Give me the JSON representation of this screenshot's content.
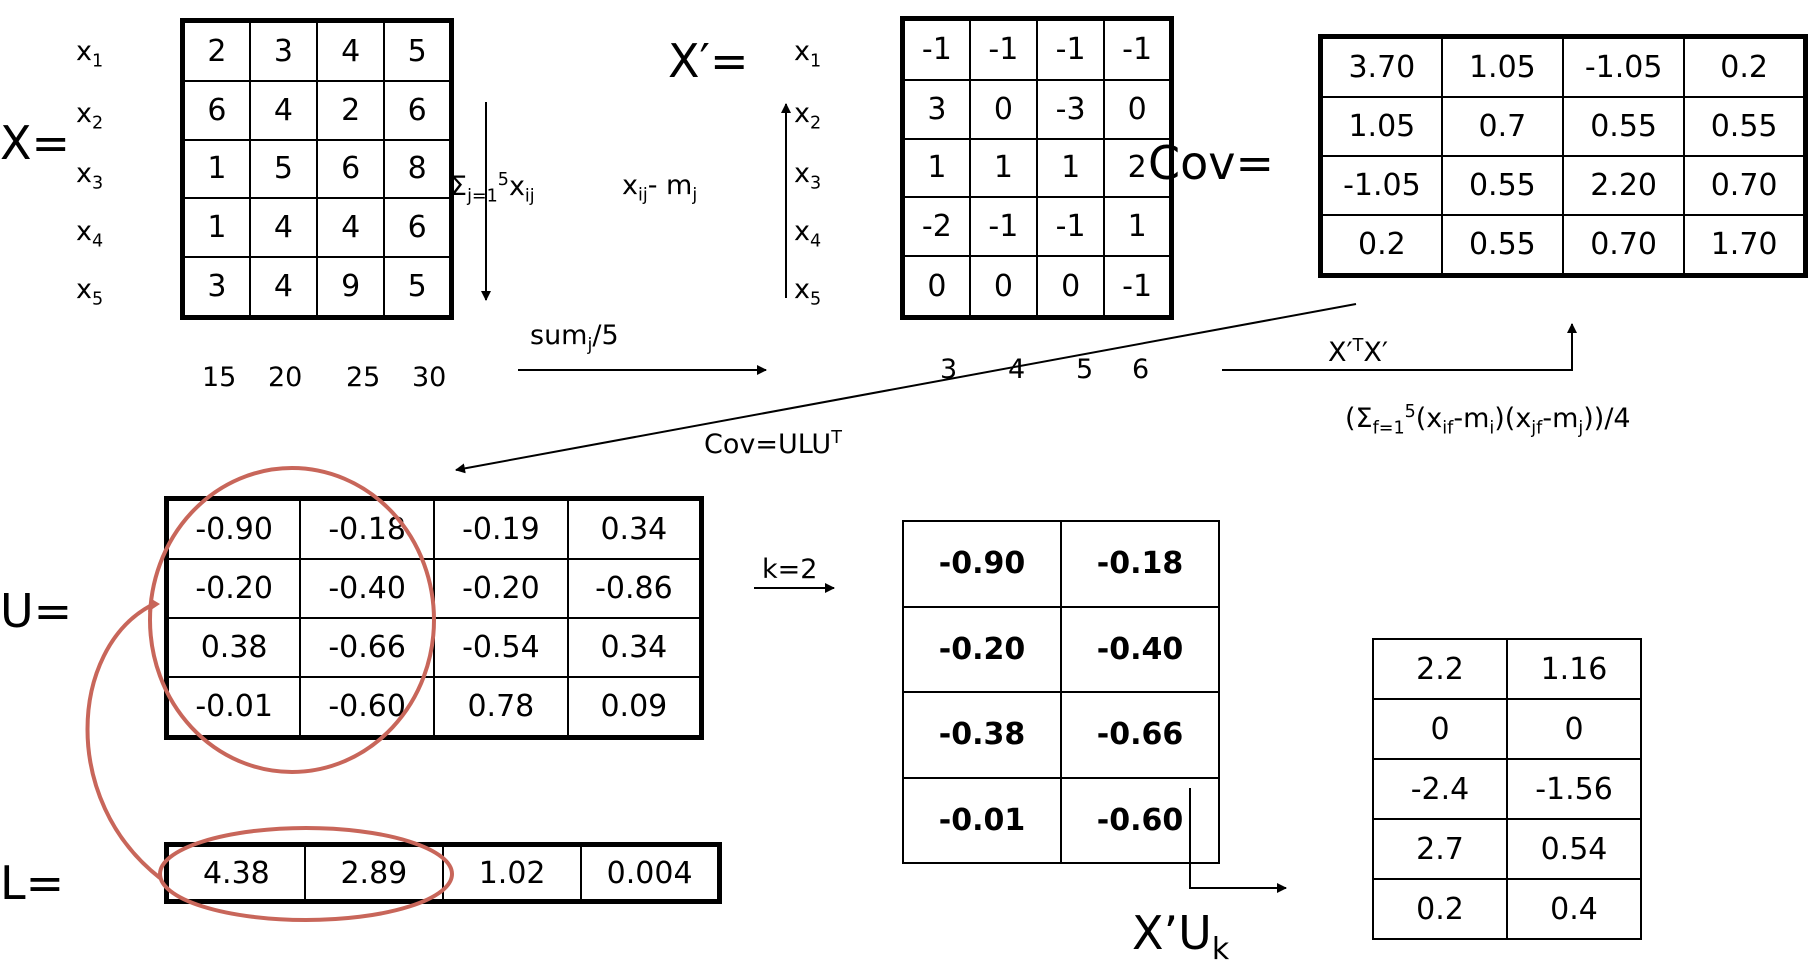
{
  "labels": {
    "X_eq": "X=",
    "Xp_eq": "X′=",
    "Cov_eq": "Cov=",
    "U_eq": "U=",
    "L_eq": "L=",
    "XpUk_main": "X’U",
    "XpUk_sub": "k"
  },
  "rows_left": [
    {
      "v": "x",
      "s": "1"
    },
    {
      "v": "x",
      "s": "2"
    },
    {
      "v": "x",
      "s": "3"
    },
    {
      "v": "x",
      "s": "4"
    },
    {
      "v": "x",
      "s": "5"
    }
  ],
  "rows_mid": [
    {
      "v": "x",
      "s": "1"
    },
    {
      "v": "x",
      "s": "2"
    },
    {
      "v": "x",
      "s": "3"
    },
    {
      "v": "x",
      "s": "4"
    },
    {
      "v": "x",
      "s": "5"
    }
  ],
  "annotations": {
    "sum_sym": "Σ",
    "sum_sub": "j=1",
    "sum_sup": "5",
    "sum_x": "x",
    "sum_xsub": "ij",
    "xij_x": "x",
    "xij_sub": "ij",
    "xij_mid": "- m",
    "xij_msub": "j",
    "sumj_a": "sum",
    "sumj_sub": "j",
    "sumj_b": "/5",
    "xtx_a": "X′",
    "xtx_sup": "T",
    "xtx_b": "X′",
    "covf_a": "(Σ",
    "covf_sub1": "f=1",
    "covf_sup": "5",
    "covf_b": "(x",
    "covf_sub2": "if",
    "covf_c": "-m",
    "covf_sub3": "i",
    "covf_d": ")(x",
    "covf_sub4": "jf",
    "covf_e": "-m",
    "covf_sub5": "j",
    "covf_f": "))/4",
    "ulu_a": "Cov=ULU",
    "ulu_sup": "T",
    "k2": "k=2"
  },
  "colsums": [
    "15",
    "20",
    "25",
    "30"
  ],
  "means": [
    "3",
    "4",
    "5",
    "6"
  ],
  "X": [
    [
      "2",
      "3",
      "4",
      "5"
    ],
    [
      "6",
      "4",
      "2",
      "6"
    ],
    [
      "1",
      "5",
      "6",
      "8"
    ],
    [
      "1",
      "4",
      "4",
      "6"
    ],
    [
      "3",
      "4",
      "9",
      "5"
    ]
  ],
  "Xp": [
    [
      "-1",
      "-1",
      "-1",
      "-1"
    ],
    [
      "3",
      "0",
      "-3",
      "0"
    ],
    [
      "1",
      "1",
      "1",
      "2"
    ],
    [
      "-2",
      "-1",
      "-1",
      "1"
    ],
    [
      "0",
      "0",
      "0",
      "-1"
    ]
  ],
  "Cov": [
    [
      "3.70",
      "1.05",
      "-1.05",
      "0.2"
    ],
    [
      "1.05",
      "0.7",
      "0.55",
      "0.55"
    ],
    [
      "-1.05",
      "0.55",
      "2.20",
      "0.70"
    ],
    [
      "0.2",
      "0.55",
      "0.70",
      "1.70"
    ]
  ],
  "U": [
    [
      "-0.90",
      "-0.18",
      "-0.19",
      "0.34"
    ],
    [
      "-0.20",
      "-0.40",
      "-0.20",
      "-0.86"
    ],
    [
      "0.38",
      "-0.66",
      "-0.54",
      "0.34"
    ],
    [
      "-0.01",
      "-0.60",
      "0.78",
      "0.09"
    ]
  ],
  "L": [
    [
      "4.38",
      "2.89",
      "1.02",
      "0.004"
    ]
  ],
  "Uk": [
    [
      "-0.90",
      "-0.18"
    ],
    [
      "-0.20",
      "-0.40"
    ],
    [
      "-0.38",
      "-0.66"
    ],
    [
      "-0.01",
      "-0.60"
    ]
  ],
  "Result": [
    [
      "2.2",
      "1.16"
    ],
    [
      "0",
      "0"
    ],
    [
      "-2.4",
      "-1.56"
    ],
    [
      "2.7",
      "0.54"
    ],
    [
      "0.2",
      "0.4"
    ]
  ],
  "colors": {
    "highlight": "#c8665a",
    "ink": "#000000"
  }
}
